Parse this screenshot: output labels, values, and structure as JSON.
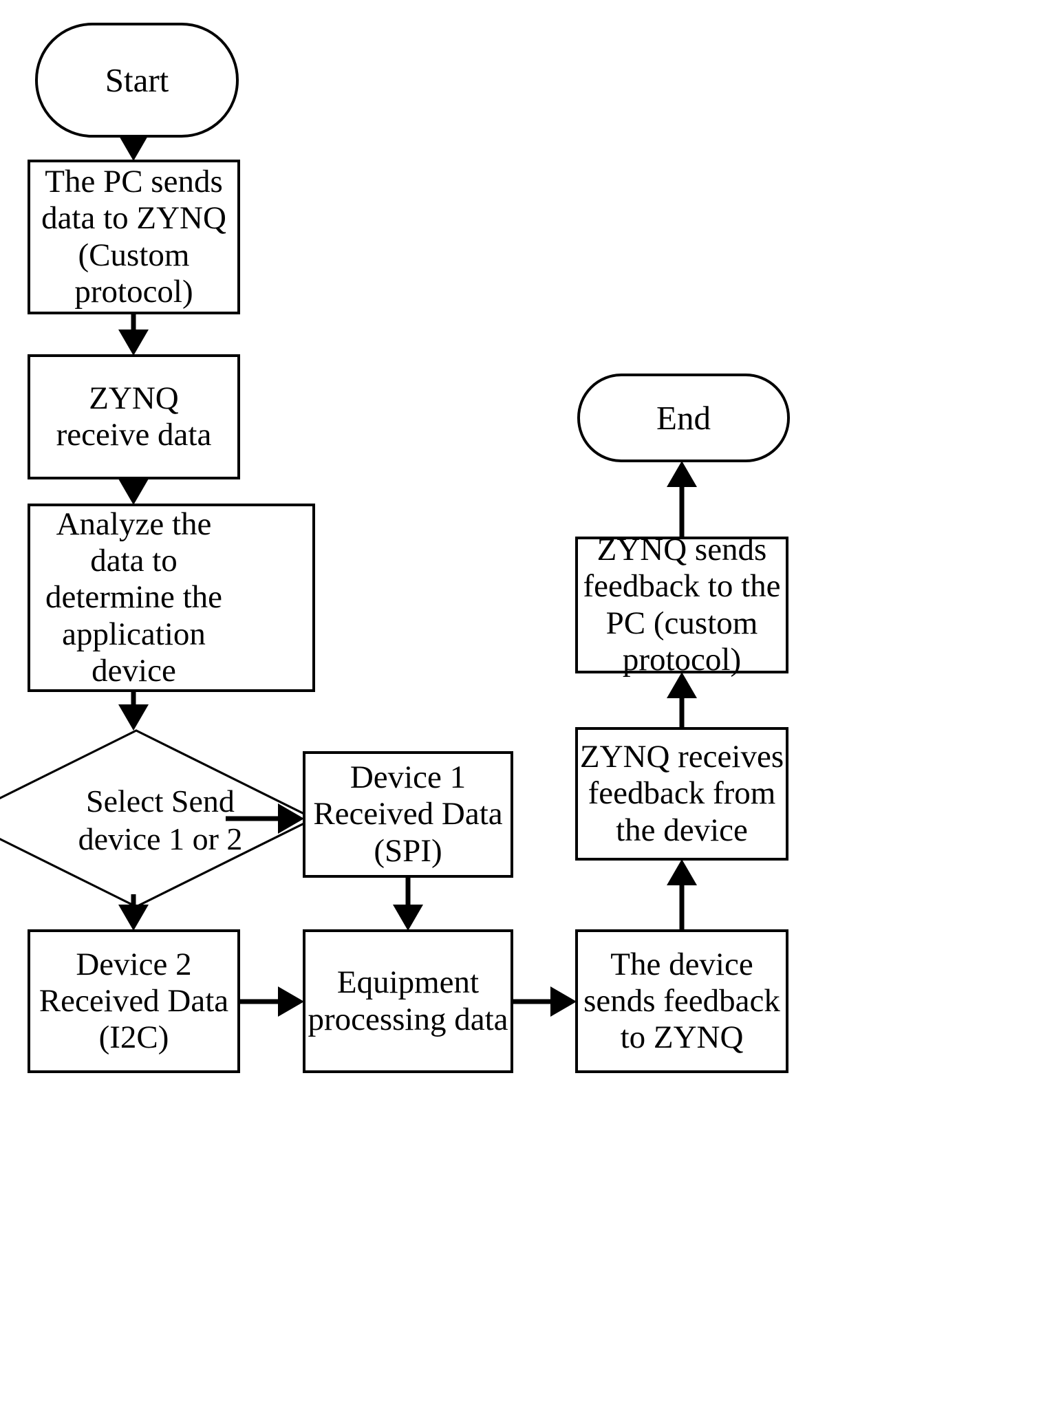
{
  "diagram": {
    "title": "ZYNQ data transfer flowchart",
    "type": "flowchart",
    "colors": {
      "stroke": "#000000",
      "fill": "#ffffff",
      "text": "#000000"
    },
    "nodes": [
      {
        "id": "start",
        "shape": "terminator",
        "label": "Start"
      },
      {
        "id": "pc_send",
        "shape": "process",
        "label": "The PC sends\ndata to ZYNQ\n(Custom\nprotocol)"
      },
      {
        "id": "zynq_recv",
        "shape": "process",
        "label": "ZYNQ\nreceive data"
      },
      {
        "id": "analyze",
        "shape": "process",
        "label": "Analyze the\ndata to\ndetermine the\napplication\ndevice"
      },
      {
        "id": "select",
        "shape": "decision",
        "label": "Select Send\ndevice 1 or 2"
      },
      {
        "id": "device1",
        "shape": "process",
        "label": "Device 1\nReceived Data\n(SPI)"
      },
      {
        "id": "device2",
        "shape": "process",
        "label": "Device 2\nReceived Data\n(I2C)"
      },
      {
        "id": "equipment",
        "shape": "process",
        "label": "Equipment\nprocessing data"
      },
      {
        "id": "dev_feedback",
        "shape": "process",
        "label": "The device\nsends feedback\nto ZYNQ"
      },
      {
        "id": "zynq_fb_recv",
        "shape": "process",
        "label": "ZYNQ receives\nfeedback from\nthe device"
      },
      {
        "id": "zynq_fb_send",
        "shape": "process",
        "label": "ZYNQ sends\nfeedback to the\nPC (custom\nprotocol)"
      },
      {
        "id": "end",
        "shape": "terminator",
        "label": "End"
      }
    ],
    "edges": [
      {
        "from": "start",
        "to": "pc_send",
        "label": ""
      },
      {
        "from": "pc_send",
        "to": "zynq_recv",
        "label": ""
      },
      {
        "from": "zynq_recv",
        "to": "analyze",
        "label": ""
      },
      {
        "from": "analyze",
        "to": "select",
        "label": ""
      },
      {
        "from": "select",
        "to": "device1",
        "label": ""
      },
      {
        "from": "select",
        "to": "device2",
        "label": ""
      },
      {
        "from": "device1",
        "to": "equipment",
        "label": ""
      },
      {
        "from": "device2",
        "to": "equipment",
        "label": ""
      },
      {
        "from": "equipment",
        "to": "dev_feedback",
        "label": ""
      },
      {
        "from": "dev_feedback",
        "to": "zynq_fb_recv",
        "label": ""
      },
      {
        "from": "zynq_fb_recv",
        "to": "zynq_fb_send",
        "label": ""
      },
      {
        "from": "zynq_fb_send",
        "to": "end",
        "label": ""
      }
    ]
  }
}
